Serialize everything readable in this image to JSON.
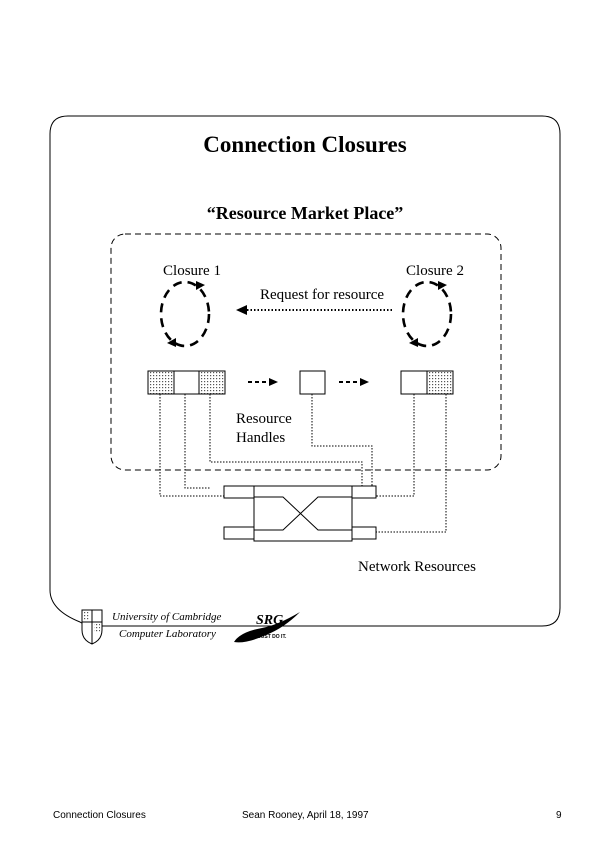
{
  "slide": {
    "title": "Connection Closures",
    "subtitle": "“Resource Market Place”",
    "closure_1_label": "Closure 1",
    "closure_2_label": "Closure 2",
    "request_label": "Request for resource",
    "resource_handles_line1": "Resource",
    "resource_handles_line2": "Handles",
    "network_resources_label": "Network Resources"
  },
  "logos": {
    "cambridge_line1": "University of Cambridge",
    "cambridge_line2": "Computer Laboratory",
    "srg_text": "SRG",
    "srg_tagline": "JUST DO IT."
  },
  "footer": {
    "left": "Connection Closures",
    "center": "Sean Rooney, April 18, 1997",
    "page_number": "9"
  }
}
